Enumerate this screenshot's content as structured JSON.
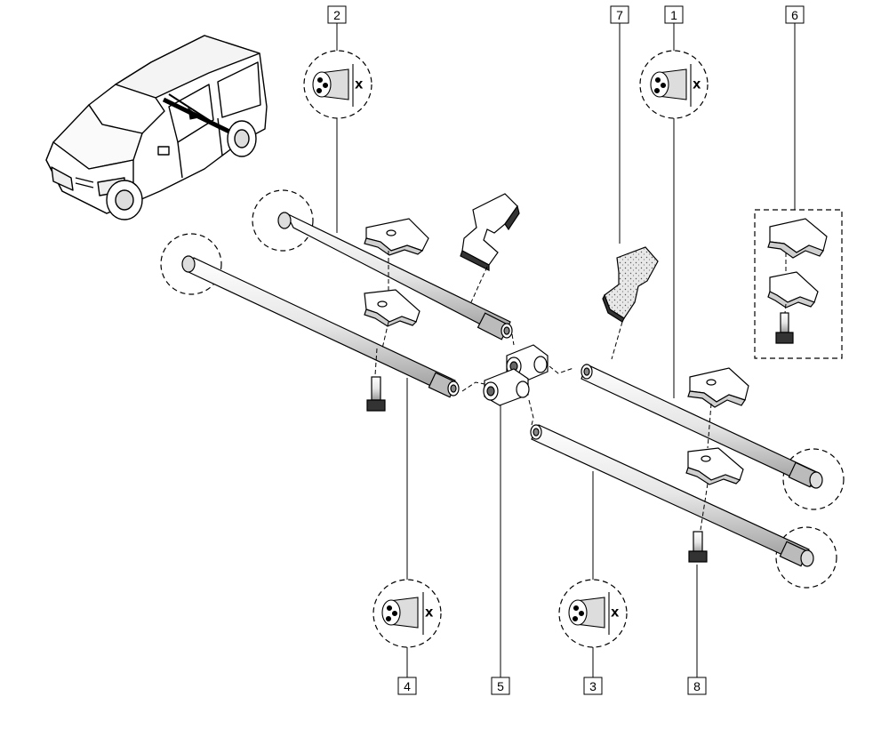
{
  "diagram": {
    "callouts": {
      "c1": "1",
      "c2": "2",
      "c3": "3",
      "c4": "4",
      "c5": "5",
      "c6": "6",
      "c7": "7",
      "c8": "8"
    },
    "dimension_label": "X",
    "colors": {
      "line": "#000000",
      "fill": "#ffffff",
      "shade": "#cfcfcf",
      "dark": "#333333"
    }
  }
}
